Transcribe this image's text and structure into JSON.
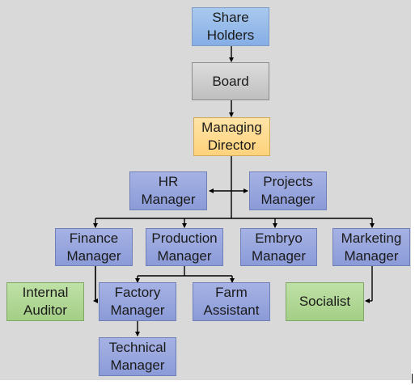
{
  "nodes": {
    "share_holders": "Share\nHolders",
    "board": "Board",
    "managing_director": "Managing\nDirector",
    "hr_manager": "HR\nManager",
    "projects_manager": "Projects\nManager",
    "finance_manager": "Finance\nManager",
    "production_manager": "Production\nManager",
    "embryo_manager": "Embryo\nManager",
    "marketing_manager": "Marketing\nManager",
    "internal_auditor": "Internal\nAuditor",
    "factory_manager": "Factory\nManager",
    "farm_assistant": "Farm\nAssistant",
    "socialist": "Socialist",
    "technical_manager": "Technical\nManager"
  },
  "colors": {
    "background": "#d9d9d9",
    "top_level": "#9dbdeb",
    "board": "#cfcfcf",
    "director": "#fedc90",
    "manager": "#98a6de",
    "support": "#b2d896",
    "connector": "#000000"
  }
}
